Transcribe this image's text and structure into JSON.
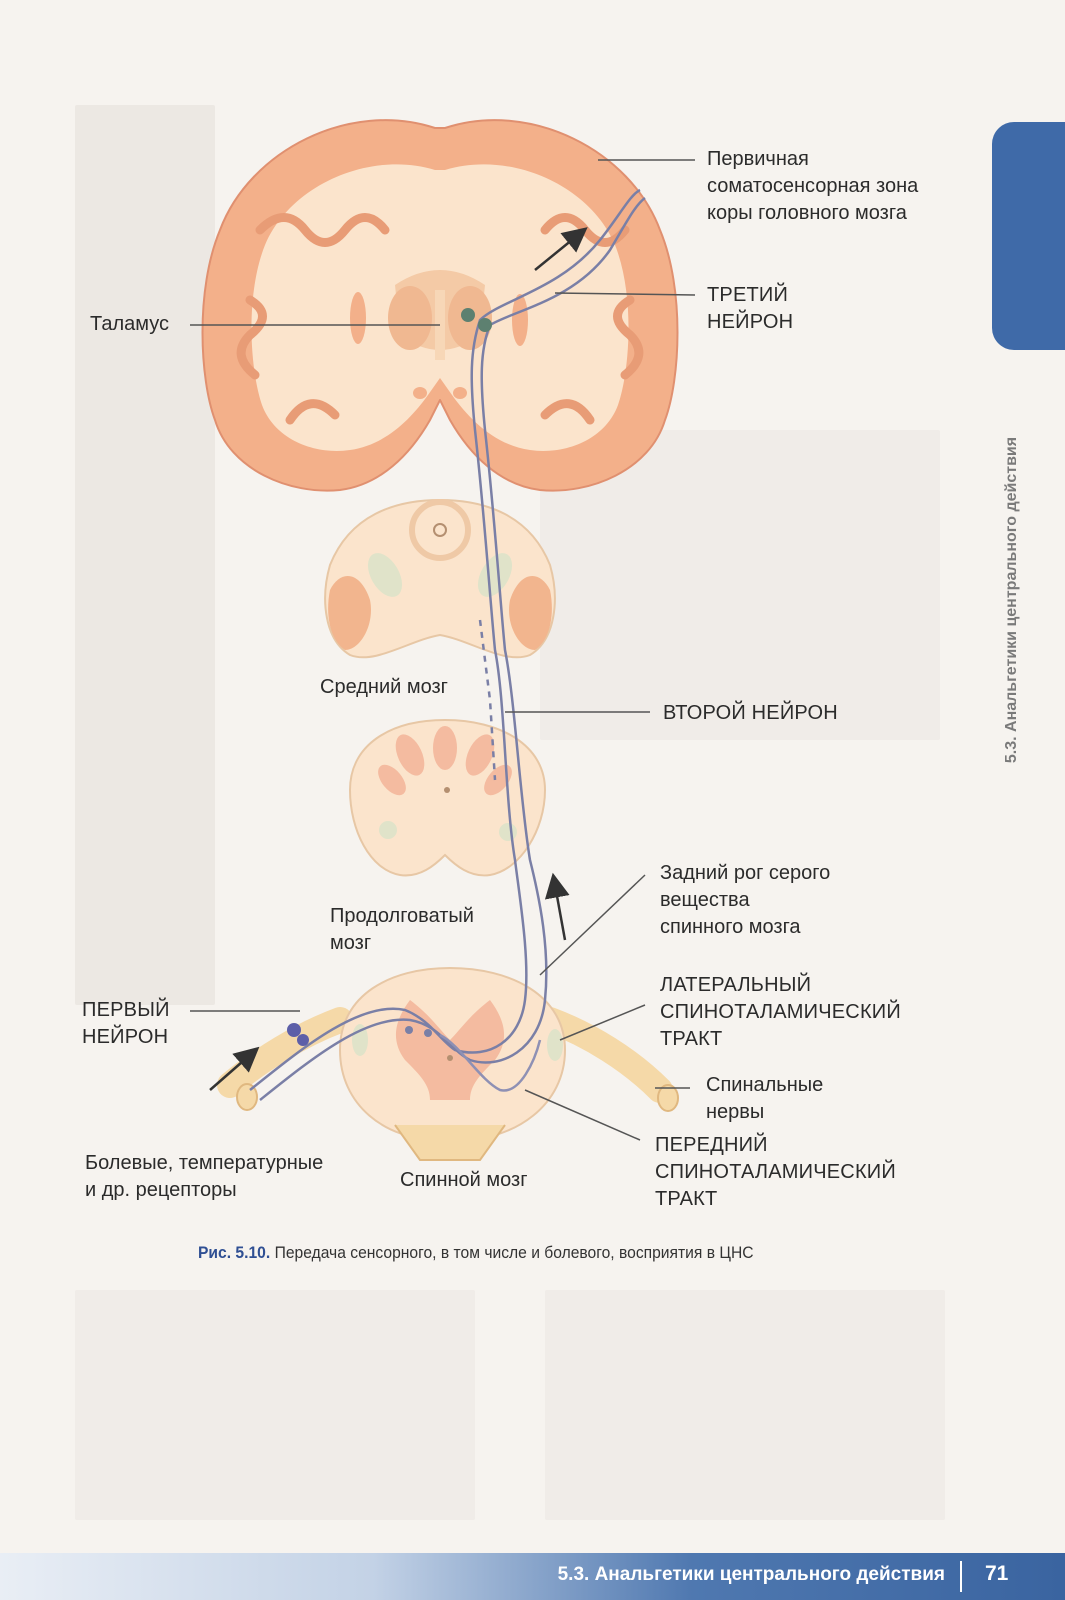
{
  "figure": {
    "labels": {
      "cortex": [
        "Первичная",
        "соматосенсорная зона",
        "коры головного мозга"
      ],
      "thalamus": "Таламус",
      "third_neuron": [
        "ТРЕТИЙ",
        "НЕЙРОН"
      ],
      "midbrain": "Средний мозг",
      "second_neuron": "ВТОРОЙ НЕЙРОН",
      "dorsal_horn": [
        "Задний рог серого",
        "вещества",
        "спинного мозга"
      ],
      "medulla": [
        "Продолговатый",
        "мозг"
      ],
      "first_neuron": [
        "ПЕРВЫЙ",
        "НЕЙРОН"
      ],
      "lateral_tract": [
        "ЛАТЕРАЛЬНЫЙ",
        "СПИНОТАЛАМИЧЕСКИЙ",
        "ТРАКТ"
      ],
      "spinal_nerves": [
        "Спинальные",
        "нервы"
      ],
      "anterior_tract": [
        "ПЕРЕДНИЙ",
        "СПИНОТАЛАМИЧЕСКИЙ",
        "ТРАКТ"
      ],
      "receptors": [
        "Болевые, температурные",
        "и др. рецепторы"
      ],
      "spinal_cord": "Спинной мозг"
    },
    "caption": {
      "number": "Рис. 5.10.",
      "text": " Передача сенсорного, в том числе и болевого, восприятия в ЦНС"
    }
  },
  "side_tab": {
    "text": "5.3. Анальгетики центрального действия"
  },
  "footer": {
    "section": "5.3. Анальгетики центрального действия",
    "page_number": "71"
  },
  "colors": {
    "accent": "#3f6aa8",
    "cortex": "#f2b48f",
    "white_matter": "#fbe5cf",
    "neuron_pathway": "#7a7fa6"
  }
}
